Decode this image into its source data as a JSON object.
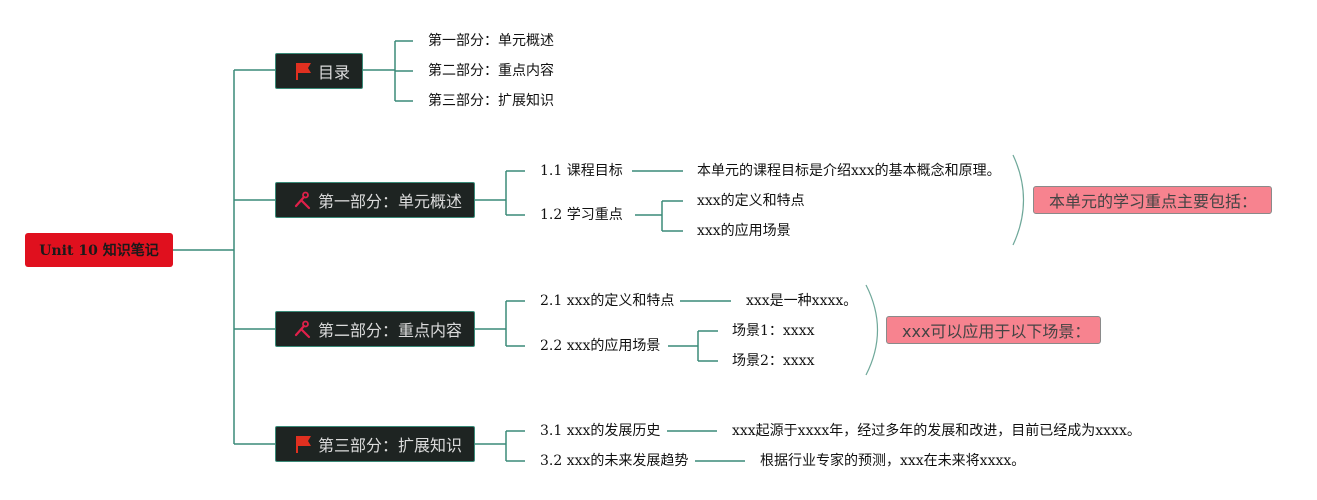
{
  "root": {
    "label": "Unit 10 知识笔记"
  },
  "branches": [
    {
      "label": "目录",
      "icon": "flag-icon",
      "children": [
        "第一部分：单元概述",
        "第二部分：重点内容",
        "第三部分：扩展知识"
      ]
    },
    {
      "label": "第一部分：单元概述",
      "icon": "tools-icon",
      "children": [
        {
          "label": "1.1 课程目标",
          "children": [
            "本单元的课程目标是介绍xxx的基本概念和原理。"
          ]
        },
        {
          "label": "1.2 学习重点",
          "children": [
            "xxx的定义和特点",
            "xxx的应用场景"
          ]
        }
      ],
      "summary": "本单元的学习重点主要包括："
    },
    {
      "label": "第二部分：重点内容",
      "icon": "tools-icon",
      "children": [
        {
          "label": "2.1 xxx的定义和特点",
          "children": [
            "xxx是一种xxxx。"
          ]
        },
        {
          "label": "2.2 xxx的应用场景",
          "children": [
            "场景1：xxxx",
            "场景2：xxxx"
          ]
        }
      ],
      "summary": "xxx可以应用于以下场景："
    },
    {
      "label": "第三部分：扩展知识",
      "icon": "flag-icon",
      "children": [
        {
          "label": "3.1 xxx的发展历史",
          "children": [
            "xxx起源于xxxx年，经过多年的发展和改进，目前已经成为xxxx。"
          ]
        },
        {
          "label": "3.2 xxx的未来发展趋势",
          "children": [
            "根据行业专家的预测，xxx在未来将xxxx。"
          ]
        }
      ]
    }
  ],
  "colors": {
    "connector": "#3a8a78",
    "root": "#e0101e",
    "branch_bg": "#1e2422",
    "highlight": "#f7838f",
    "bracket": "#6fa89a"
  }
}
